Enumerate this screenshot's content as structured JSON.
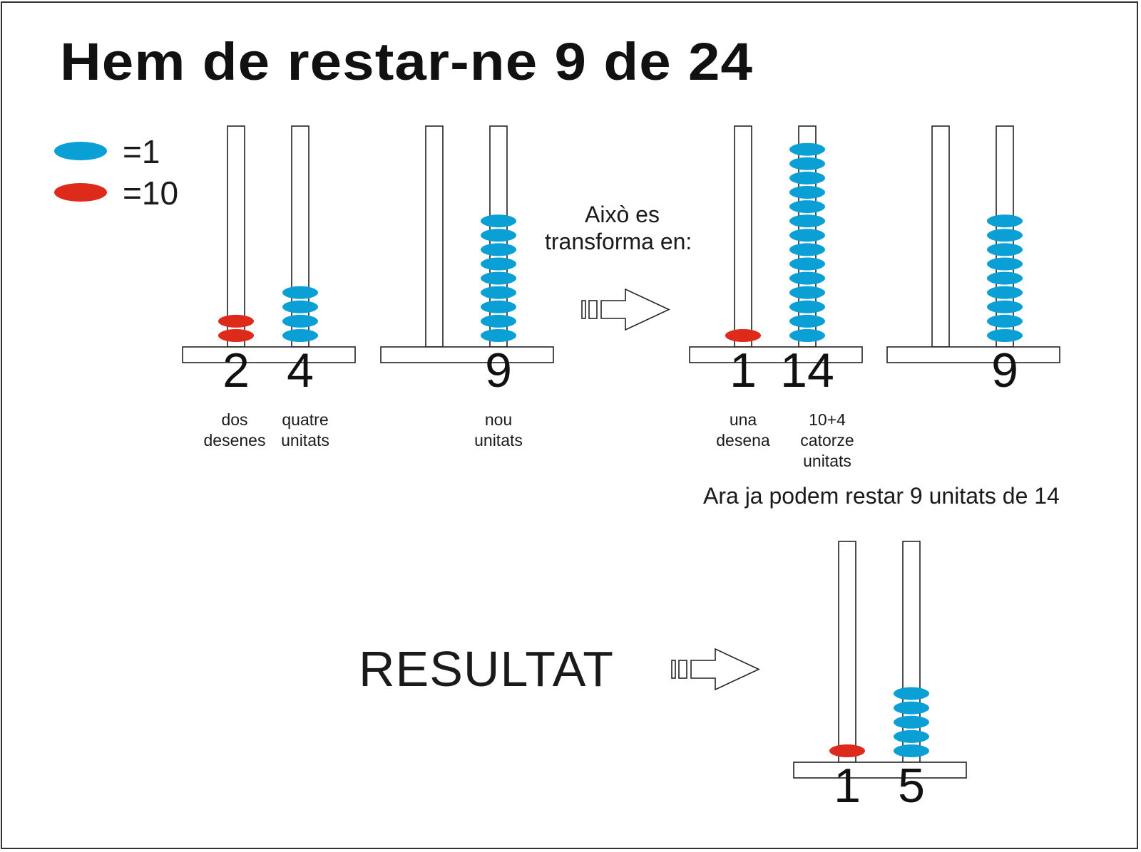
{
  "title": "Hem de restar-ne 9 de 24",
  "colors": {
    "unit_bead": "#0aa0d6",
    "ten_bead": "#dd2a1b",
    "stroke": "#222222",
    "background": "#ffffff"
  },
  "legend": {
    "items": [
      {
        "color_key": "unit_bead",
        "label": "=1"
      },
      {
        "color_key": "ten_bead",
        "label": "=10"
      }
    ]
  },
  "abaci": [
    {
      "id": "minuend",
      "rods": [
        {
          "place": "desenes",
          "beads": 2,
          "bead_color": "ten_bead",
          "digit": "2"
        },
        {
          "place": "unitats",
          "beads": 4,
          "bead_color": "unit_bead",
          "digit": "4"
        }
      ],
      "caption": [
        {
          "lines": [
            "dos",
            "desenes"
          ]
        },
        {
          "lines": [
            "quatre",
            "unitats"
          ]
        }
      ]
    },
    {
      "id": "subtrahend",
      "rods": [
        {
          "place": "desenes",
          "beads": 0,
          "bead_color": "ten_bead",
          "digit": ""
        },
        {
          "place": "unitats",
          "beads": 9,
          "bead_color": "unit_bead",
          "digit": "9"
        }
      ],
      "caption": [
        {
          "lines": []
        },
        {
          "lines": [
            "nou",
            "unitats"
          ]
        }
      ]
    },
    {
      "id": "regrouped-minuend",
      "rods": [
        {
          "place": "desenes",
          "beads": 1,
          "bead_color": "ten_bead",
          "digit": "1"
        },
        {
          "place": "unitats",
          "beads": 14,
          "bead_color": "unit_bead",
          "digit": "14"
        }
      ],
      "caption": [
        {
          "lines": [
            "una",
            "desena"
          ]
        },
        {
          "lines": [
            "10+4",
            "catorze",
            "unitats"
          ]
        }
      ]
    },
    {
      "id": "regrouped-subtrahend",
      "rods": [
        {
          "place": "desenes",
          "beads": 0,
          "bead_color": "ten_bead",
          "digit": ""
        },
        {
          "place": "unitats",
          "beads": 9,
          "bead_color": "unit_bead",
          "digit": "9"
        }
      ],
      "caption": [
        {
          "lines": []
        },
        {
          "lines": []
        }
      ]
    },
    {
      "id": "result",
      "rods": [
        {
          "place": "desenes",
          "beads": 1,
          "bead_color": "ten_bead",
          "digit": "1"
        },
        {
          "place": "unitats",
          "beads": 5,
          "bead_color": "unit_bead",
          "digit": "5"
        }
      ],
      "caption": [
        {
          "lines": []
        },
        {
          "lines": []
        }
      ]
    }
  ],
  "transform_text": {
    "line1": "Això es",
    "line2": "transforma en:"
  },
  "note": "Ara ja podem restar 9 unitats de 14",
  "result_label": "RESULTAT",
  "icons": {
    "transform_arrow": "right-block-arrow-icon",
    "result_arrow": "right-block-arrow-icon"
  }
}
